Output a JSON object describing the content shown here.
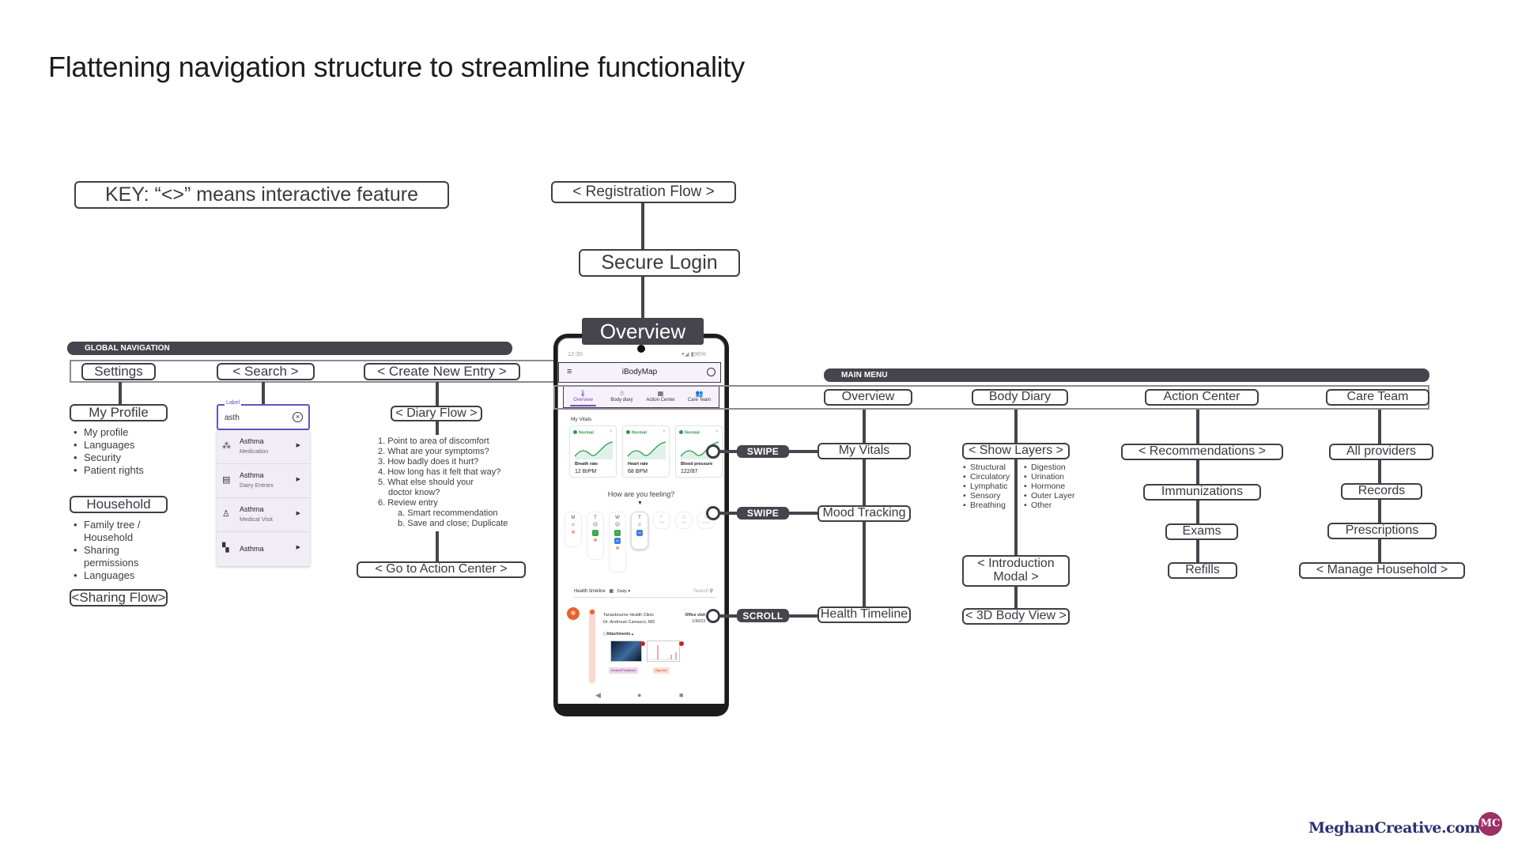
{
  "title": "Flattening navigation structure to streamline functionality",
  "key": "KEY: “<>” means interactive feature",
  "top_flow": {
    "registration": "< Registration Flow >",
    "secure_login": "Secure Login",
    "overview_label": "Overview"
  },
  "global_nav": {
    "header": "GLOBAL NAVIGATION",
    "items": [
      "Settings",
      "< Search >",
      "< Create New Entry >"
    ],
    "settings": {
      "my_profile": {
        "label": "My Profile",
        "bullets": [
          "My profile",
          "Languages",
          "Security",
          "Patient rights"
        ]
      },
      "household": {
        "label": "Household",
        "bullets": [
          "Family tree / Household",
          "Sharing permissions",
          "Languages"
        ]
      },
      "sharing_flow": "<Sharing Flow>"
    },
    "search": {
      "field_label": "Label",
      "field_value": "asth",
      "results": [
        {
          "icon": "medication-icon",
          "title": "Asthma",
          "subtitle": "Medication"
        },
        {
          "icon": "diary-entry-icon",
          "title": "Asthma",
          "subtitle": "Dairy Entries"
        },
        {
          "icon": "medical-visit-icon",
          "title": "Asthma",
          "subtitle": "Medical Visit"
        },
        {
          "icon": "body-icon",
          "title": "Asthma",
          "subtitle": ""
        }
      ]
    },
    "create_entry": {
      "diary_flow": "< Diary Flow >",
      "steps": [
        "1. Point to area of discomfort",
        "2. What are your symptoms?",
        "3. How badly does it hurt?",
        "4. How long has it felt that way?",
        "5. What else should your",
        "doctor know?",
        "6. Review entry",
        "a. Smart recommendation",
        "b. Save and close; Duplicate"
      ],
      "go_to_action_center": "< Go to Action Center >"
    }
  },
  "phone": {
    "status_time": "12:30",
    "status_battery": "96%",
    "app_title": "iBodyMap",
    "tabs": [
      {
        "label": "Overview",
        "icon": "thermometer-icon",
        "active": true
      },
      {
        "label": "Body diary",
        "icon": "body-icon",
        "active": false
      },
      {
        "label": "Action Center",
        "icon": "calendar-icon",
        "active": false
      },
      {
        "label": "Care Team",
        "icon": "people-icon",
        "active": false
      }
    ],
    "vitals_title": "My Vitals",
    "vitals": [
      {
        "status": "Normal",
        "name": "Breath rate",
        "value": "12 BrPM"
      },
      {
        "status": "Normal",
        "name": "Heart rate",
        "value": "68 BPM"
      },
      {
        "status": "Normal",
        "name": "Blood pressure",
        "value": "122/87"
      }
    ],
    "feeling_prompt": "How are you feeling?",
    "days": [
      {
        "letter": "M",
        "sub": ""
      },
      {
        "letter": "T",
        "sub": ""
      },
      {
        "letter": "W",
        "sub": ""
      },
      {
        "letter": "T",
        "sub": ""
      },
      {
        "letter": "F",
        "sub": "FRI"
      },
      {
        "letter": "S",
        "sub": "SAT"
      },
      {
        "letter": "S",
        "sub": "SUN"
      }
    ],
    "timeline_title": "Health timeline",
    "timeline_filter": "Daily",
    "timeline_search": "Search",
    "event": {
      "clinic": "Tanasbourne Health Clinic",
      "doctor": "Dr. Androuw Carrasco, MD",
      "type": "Office visit",
      "date": "1/30/23",
      "attachments": "Attachments",
      "attachment_badges": [
        "3",
        "3"
      ],
      "tags": [
        "General Practitioner",
        "Digestion"
      ]
    }
  },
  "gestures": [
    "SWIPE",
    "SWIPE",
    "SCROLL"
  ],
  "main_menu": {
    "header": "MAIN MENU",
    "columns": [
      {
        "label": "Overview",
        "children": [
          "My Vitals",
          "Mood Tracking",
          "Health Timeline"
        ]
      },
      {
        "label": "Body Diary",
        "children": [
          "< Show Layers >",
          "< Introduction Modal >",
          "< 3D Body View >"
        ],
        "layers_left": [
          "Structural",
          "Circulatory",
          "Lymphatic",
          "Sensory",
          "Breathing"
        ],
        "layers_right": [
          "Digestion",
          "Urination",
          "Hormone",
          "Outer Layer",
          "Other"
        ]
      },
      {
        "label": "Action Center",
        "children": [
          "< Recommendations >",
          "Immunizations",
          "Exams",
          "Refills"
        ]
      },
      {
        "label": "Care Team",
        "children": [
          "All providers",
          "Records",
          "Prescriptions",
          "< Manage Household >"
        ]
      }
    ]
  },
  "footer": {
    "brand": "MeghanCreative.com",
    "logo": "MC"
  }
}
